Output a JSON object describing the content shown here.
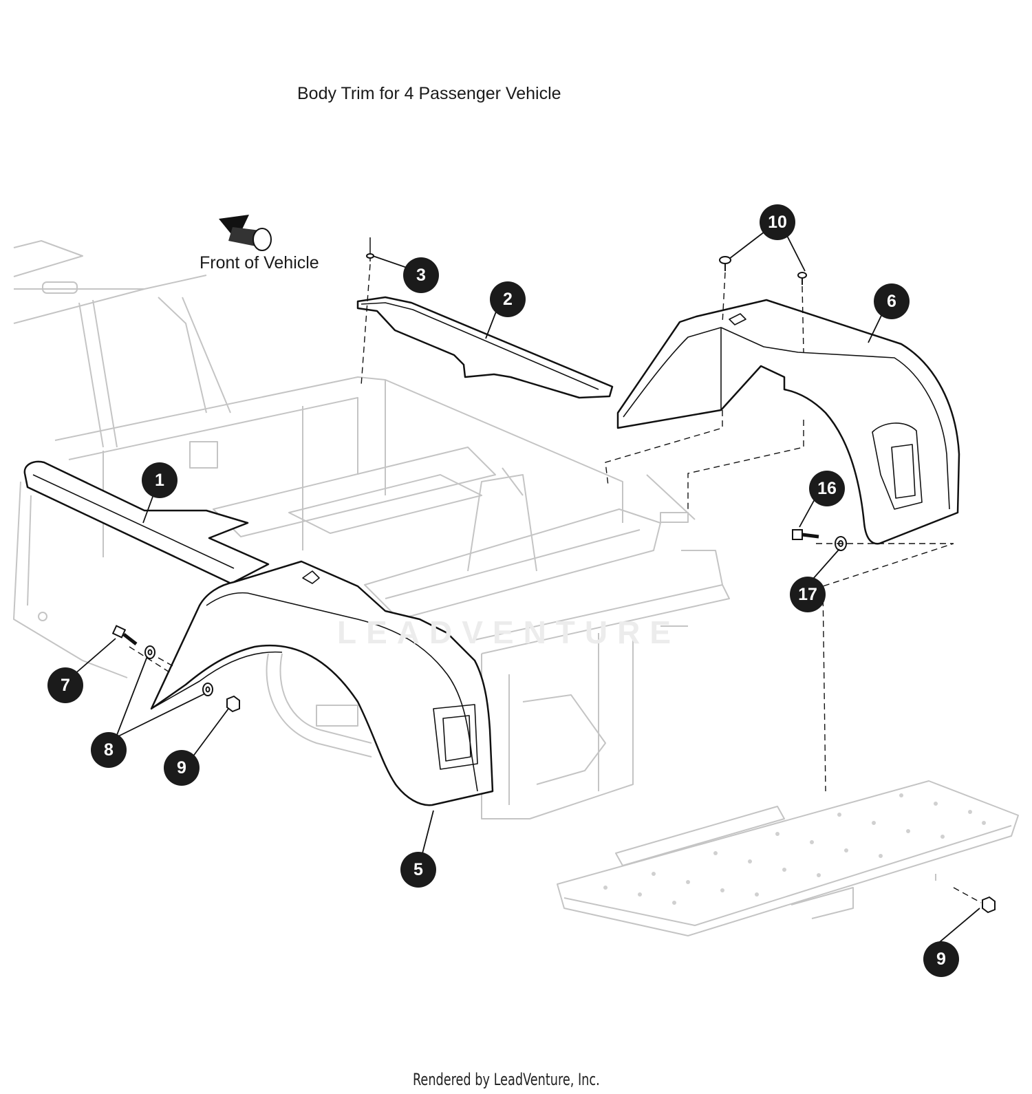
{
  "diagram": {
    "title": "Body Trim for 4 Passenger Vehicle",
    "direction_label": "Front of Vehicle",
    "watermark": "LEADVENTURE",
    "footer": "Rendered by LeadVenture, Inc.",
    "callouts": [
      "1",
      "2",
      "3",
      "5",
      "6",
      "7",
      "8",
      "9",
      "9",
      "10",
      "16",
      "17"
    ],
    "colors": {
      "ink": "#1b1b1b",
      "ghost": "#c4c4c4",
      "callout_text": "#ffffff"
    }
  }
}
